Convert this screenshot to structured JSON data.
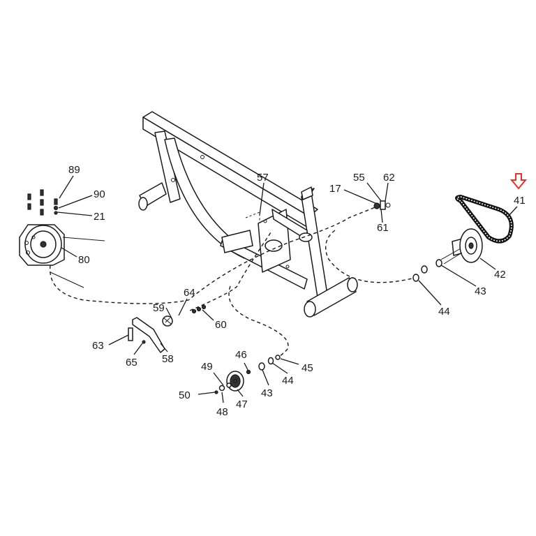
{
  "callouts": {
    "c17": "17",
    "c21": "21",
    "c41": "41",
    "c42": "42",
    "c43a": "43",
    "c43b": "43",
    "c44a": "44",
    "c44b": "44",
    "c45": "45",
    "c46": "46",
    "c47": "47",
    "c48": "48",
    "c49": "49",
    "c50": "50",
    "c55": "55",
    "c57": "57",
    "c58": "58",
    "c59": "59",
    "c60": "60",
    "c61": "61",
    "c62": "62",
    "c63": "63",
    "c64": "64",
    "c65": "65",
    "c80": "80",
    "c89": "89",
    "c90": "90"
  },
  "highlight": {
    "arrow_color": "#e8312a",
    "target_part": "41"
  }
}
